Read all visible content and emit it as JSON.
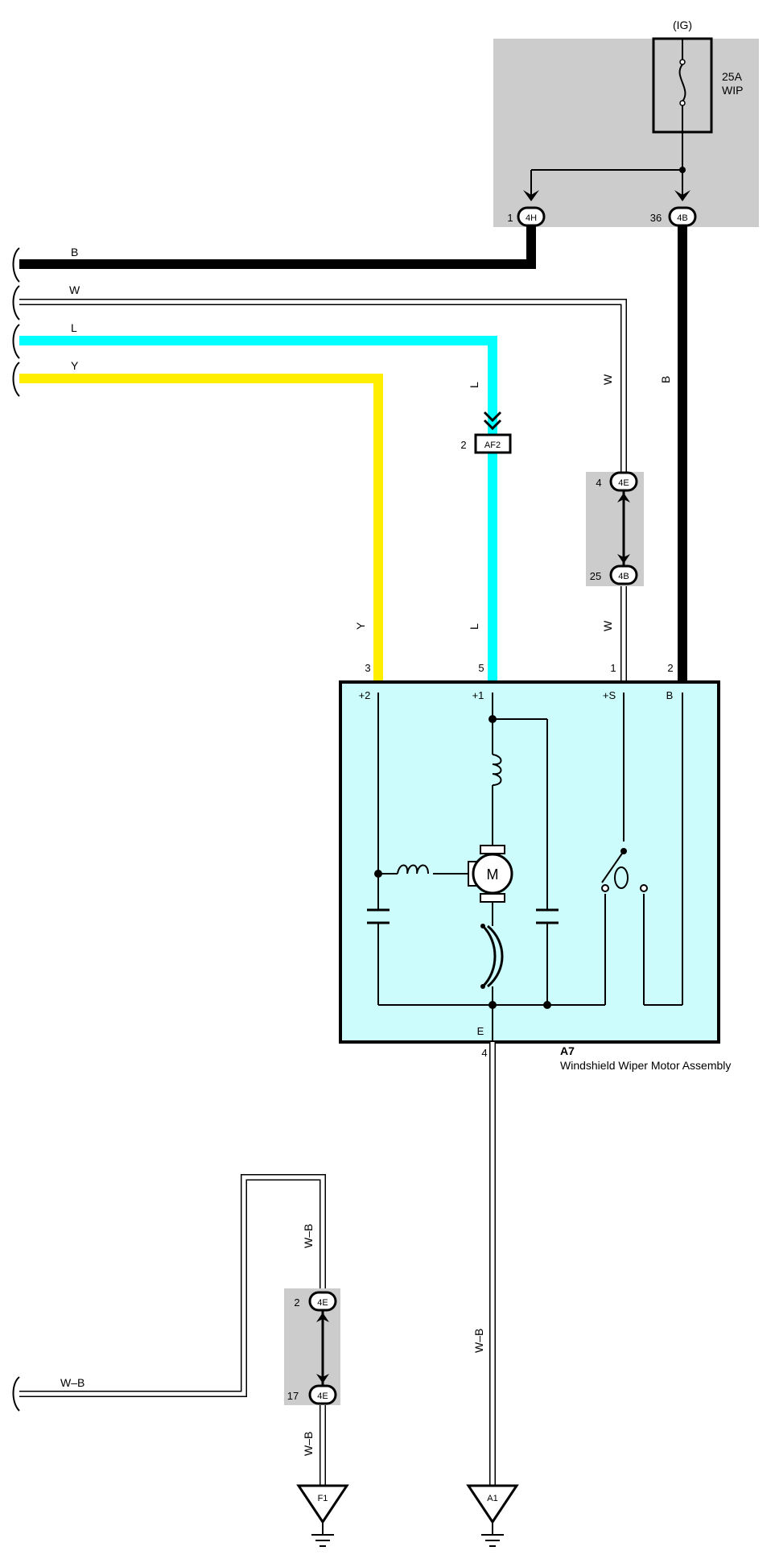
{
  "fuse_box": {
    "ignition_label": "(IG)",
    "fuse_rating": "25A",
    "fuse_name": "WIP",
    "box_color": "#cccccc"
  },
  "wires": {
    "b": "B",
    "w": "W",
    "l": "L",
    "y": "Y",
    "wb": "W–B",
    "colors": {
      "black": "#000000",
      "white": "#ffffff",
      "blue": "#00ffff",
      "yellow": "#ffee00"
    }
  },
  "connectors": {
    "c4h": {
      "pin": "1",
      "code": "4H"
    },
    "c4b_top": {
      "pin": "36",
      "code": "4B"
    },
    "af2": {
      "pin": "2",
      "code": "AF2"
    },
    "c4e_w": {
      "pin": "4",
      "code": "4E"
    },
    "c4b_w": {
      "pin": "25",
      "code": "4B"
    },
    "c4e_wb_top": {
      "pin": "2",
      "code": "4E"
    },
    "c4e_wb_bottom": {
      "pin": "17",
      "code": "4E"
    },
    "splice_bg": "#cccccc"
  },
  "motor": {
    "id": "A7",
    "name": "Windshield Wiper Motor Assembly",
    "pins": {
      "p3": "3",
      "p5": "5",
      "p1": "1",
      "p2": "2",
      "p4": "4"
    },
    "terminals": {
      "plus2": "+2",
      "plus1": "+1",
      "plus_s": "+S",
      "b": "B",
      "e": "E"
    },
    "motor_symbol": "M",
    "body_color": "#ccfcfc"
  },
  "grounds": {
    "f1": "F1",
    "a1": "A1"
  }
}
